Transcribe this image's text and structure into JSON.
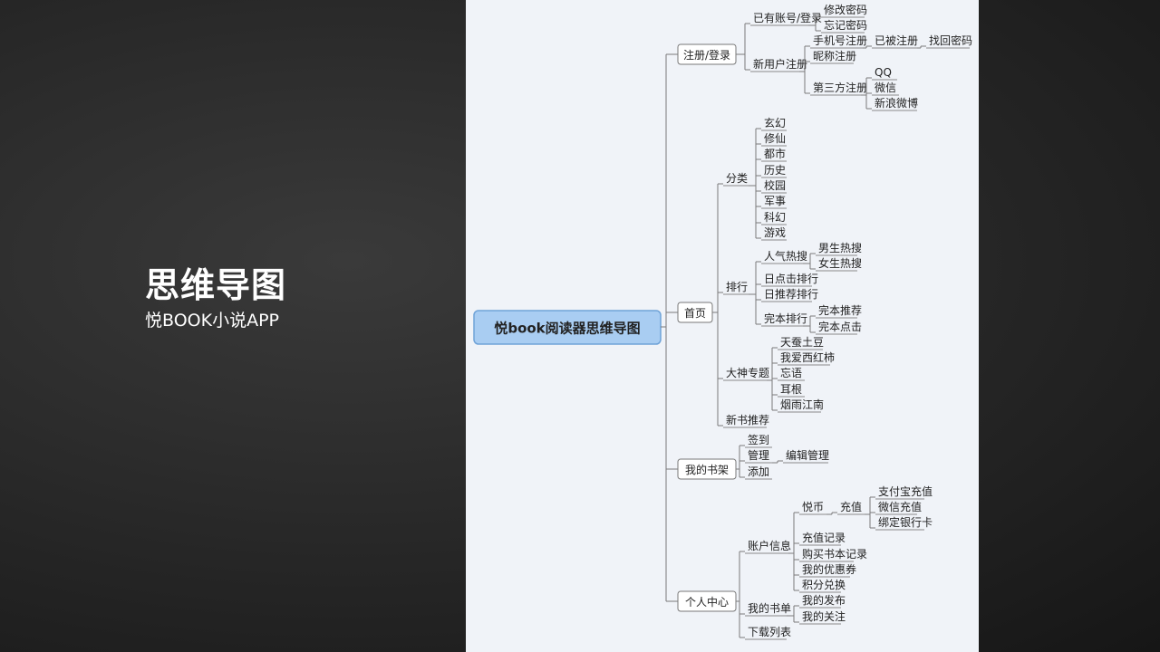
{
  "slide": {
    "title": "思维导图",
    "subtitle": "悦BOOK小说APP"
  },
  "mindmap": {
    "root": "悦book阅读器思维导图",
    "branches": [
      {
        "label": "注册/登录",
        "children": [
          {
            "label": "已有账号/登录",
            "children": [
              {
                "label": "修改密码"
              },
              {
                "label": "忘记密码"
              }
            ]
          },
          {
            "label": "新用户注册",
            "children": [
              {
                "label": "手机号注册",
                "children": [
                  {
                    "label": "已被注册",
                    "children": [
                      {
                        "label": "找回密码"
                      }
                    ]
                  }
                ]
              },
              {
                "label": "昵称注册"
              },
              {
                "label": "第三方注册",
                "children": [
                  {
                    "label": "QQ"
                  },
                  {
                    "label": "微信"
                  },
                  {
                    "label": "新浪微博"
                  }
                ]
              }
            ]
          }
        ]
      },
      {
        "label": "首页",
        "children": [
          {
            "label": "分类",
            "children": [
              {
                "label": "玄幻"
              },
              {
                "label": "修仙"
              },
              {
                "label": "都市"
              },
              {
                "label": "历史"
              },
              {
                "label": "校园"
              },
              {
                "label": "军事"
              },
              {
                "label": "科幻"
              },
              {
                "label": "游戏"
              }
            ]
          },
          {
            "label": "排行",
            "children": [
              {
                "label": "人气热搜",
                "children": [
                  {
                    "label": "男生热搜"
                  },
                  {
                    "label": "女生热搜"
                  }
                ]
              },
              {
                "label": "日点击排行"
              },
              {
                "label": "日推荐排行"
              },
              {
                "label": "完本排行",
                "children": [
                  {
                    "label": "完本推荐"
                  },
                  {
                    "label": "完本点击"
                  }
                ]
              }
            ]
          },
          {
            "label": "大神专题",
            "children": [
              {
                "label": "天蚕土豆"
              },
              {
                "label": "我爱西红柿"
              },
              {
                "label": "忘语"
              },
              {
                "label": "耳根"
              },
              {
                "label": "烟雨江南"
              }
            ]
          },
          {
            "label": "新书推荐"
          }
        ]
      },
      {
        "label": "我的书架",
        "children": [
          {
            "label": "签到"
          },
          {
            "label": "管理",
            "children": [
              {
                "label": "编辑管理"
              }
            ]
          },
          {
            "label": "添加"
          }
        ]
      },
      {
        "label": "个人中心",
        "children": [
          {
            "label": "账户信息",
            "children": [
              {
                "label": "悦币",
                "children": [
                  {
                    "label": "充值",
                    "children": [
                      {
                        "label": "支付宝充值"
                      },
                      {
                        "label": "微信充值"
                      },
                      {
                        "label": "绑定银行卡"
                      }
                    ]
                  }
                ]
              },
              {
                "label": "充值记录"
              },
              {
                "label": "购买书本记录"
              },
              {
                "label": "我的优惠券"
              },
              {
                "label": "积分兑换"
              }
            ]
          },
          {
            "label": "我的书单",
            "children": [
              {
                "label": "我的发布"
              },
              {
                "label": "我的关注"
              }
            ]
          },
          {
            "label": "下载列表"
          }
        ]
      }
    ]
  },
  "colors": {
    "background": "#262626",
    "panel": "#f0f3f8",
    "root_fill": "#a9cdf2",
    "root_border": "#6fa3d8",
    "line": "#7a7a7a"
  }
}
